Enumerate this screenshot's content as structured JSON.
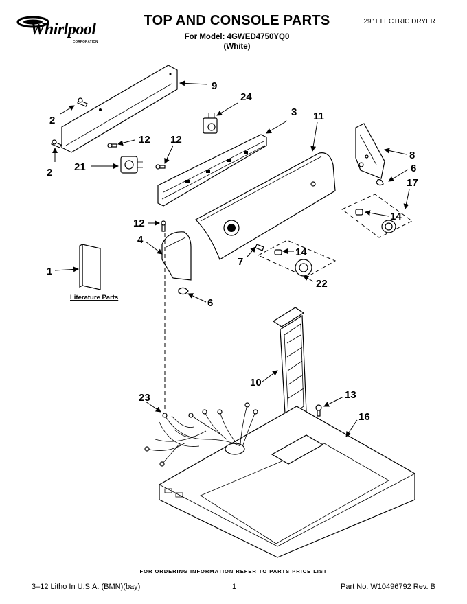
{
  "header": {
    "brand": "Whirlpool",
    "brand_sub": "CORPORATION",
    "title": "TOP AND CONSOLE PARTS",
    "model_line": "For Model: 4GWED4750YQ0",
    "color_line": "(White)",
    "product": "29\" ELECTRIC DRYER"
  },
  "callouts": {
    "c1": "1",
    "c2a": "2",
    "c2b": "2",
    "c3": "3",
    "c4": "4",
    "c6a": "6",
    "c6b": "6",
    "c7": "7",
    "c8": "8",
    "c9": "9",
    "c10": "10",
    "c11": "11",
    "c12a": "12",
    "c12b": "12",
    "c12c": "12",
    "c13": "13",
    "c14a": "14",
    "c14b": "14",
    "c16": "16",
    "c17": "17",
    "c21": "21",
    "c22": "22",
    "c23": "23",
    "c24": "24"
  },
  "literature_label": "Literature Parts",
  "footer": {
    "ordering_note": "FOR ORDERING INFORMATION REFER TO PARTS PRICE LIST",
    "print_info": "3–12 Litho In U.S.A. (BMN)(bay)",
    "page": "1",
    "part_no": "Part No. W10496792 Rev. B"
  }
}
